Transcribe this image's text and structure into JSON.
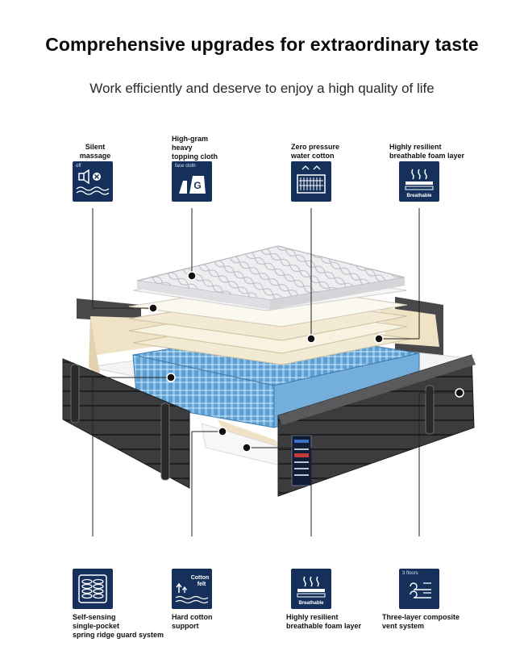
{
  "header": {
    "title": "Comprehensive upgrades for extraordinary taste",
    "subtitle": "Work efficiently and deserve to enjoy a high quality of life"
  },
  "top_features": [
    {
      "label": "Silent\nmassage",
      "icon": "silent-massage-icon",
      "icon_text": "off"
    },
    {
      "label": "High-gram\nheavy\ntopping cloth",
      "icon": "topping-cloth-icon",
      "icon_text": "face cloth"
    },
    {
      "label": "Zero pressure\nwater cotton",
      "icon": "water-cotton-icon",
      "icon_text": ""
    },
    {
      "label": "Highly resilient\nbreathable foam layer",
      "icon": "breathable-foam-icon",
      "icon_text": "Breathable"
    }
  ],
  "bottom_features": [
    {
      "label": "Self-sensing\nsingle-pocket\nspring ridge guard system",
      "icon": "pocket-spring-icon",
      "icon_text": ""
    },
    {
      "label": "Hard cotton\nsupport",
      "icon": "cotton-felt-icon",
      "icon_text": "Cotton felt"
    },
    {
      "label": "Highly resilient\nbreathable foam layer",
      "icon": "breathable-foam-icon",
      "icon_text": "Breathable"
    },
    {
      "label": "Three-layer composite\nvent system",
      "icon": "vent-system-icon",
      "icon_text": "3 floors"
    }
  ],
  "colors": {
    "icon_bg": "#15315b",
    "icon_fg": "#ffffff",
    "line": "#222222",
    "fabric_dark": "#3a3a3c",
    "foam": "#f1e6cc",
    "springs": "#6fa8d6",
    "quilt": "#e9eaec"
  }
}
